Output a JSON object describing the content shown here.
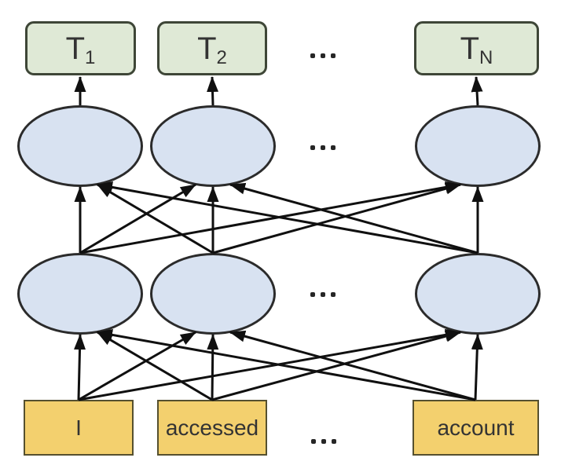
{
  "diagram": {
    "ellipsis": "...",
    "colors": {
      "output_fill": "#dfe9d6",
      "output_border": "#3e4637",
      "hidden_fill": "#d8e2f1",
      "hidden_border": "#2b2b2b",
      "input_fill": "#f3d06e",
      "input_border": "#55502f",
      "edge_color": "#101010",
      "label_color": "#333333",
      "dots_color": "#262626"
    },
    "output_layer": {
      "nodes": [
        {
          "id": "t1",
          "base": "T",
          "subscript": "1"
        },
        {
          "id": "t2",
          "base": "T",
          "subscript": "2"
        },
        {
          "id": "tn",
          "base": "T",
          "subscript": "N"
        }
      ]
    },
    "hidden_layer_top": {
      "node_ids": [
        "h1_1",
        "h1_2",
        "h1_3"
      ]
    },
    "hidden_layer_bottom": {
      "node_ids": [
        "h2_1",
        "h2_2",
        "h2_3"
      ]
    },
    "input_layer": {
      "nodes": [
        {
          "id": "w1",
          "label": "I"
        },
        {
          "id": "w2",
          "label": "accessed"
        },
        {
          "id": "w3",
          "label": "account"
        }
      ]
    },
    "edges": [
      {
        "from": "h1_1",
        "to": "t1"
      },
      {
        "from": "h1_2",
        "to": "t2"
      },
      {
        "from": "h1_3",
        "to": "tn"
      },
      {
        "from": "h2_1",
        "to": "h1_1"
      },
      {
        "from": "h2_1",
        "to": "h1_2"
      },
      {
        "from": "h2_1",
        "to": "h1_3"
      },
      {
        "from": "h2_2",
        "to": "h1_1"
      },
      {
        "from": "h2_2",
        "to": "h1_2"
      },
      {
        "from": "h2_2",
        "to": "h1_3"
      },
      {
        "from": "h2_3",
        "to": "h1_1"
      },
      {
        "from": "h2_3",
        "to": "h1_2"
      },
      {
        "from": "h2_3",
        "to": "h1_3"
      },
      {
        "from": "w1",
        "to": "h2_1"
      },
      {
        "from": "w1",
        "to": "h2_2"
      },
      {
        "from": "w1",
        "to": "h2_3"
      },
      {
        "from": "w2",
        "to": "h2_1"
      },
      {
        "from": "w2",
        "to": "h2_2"
      },
      {
        "from": "w2",
        "to": "h2_3"
      },
      {
        "from": "w3",
        "to": "h2_1"
      },
      {
        "from": "w3",
        "to": "h2_2"
      },
      {
        "from": "w3",
        "to": "h2_3"
      }
    ]
  }
}
